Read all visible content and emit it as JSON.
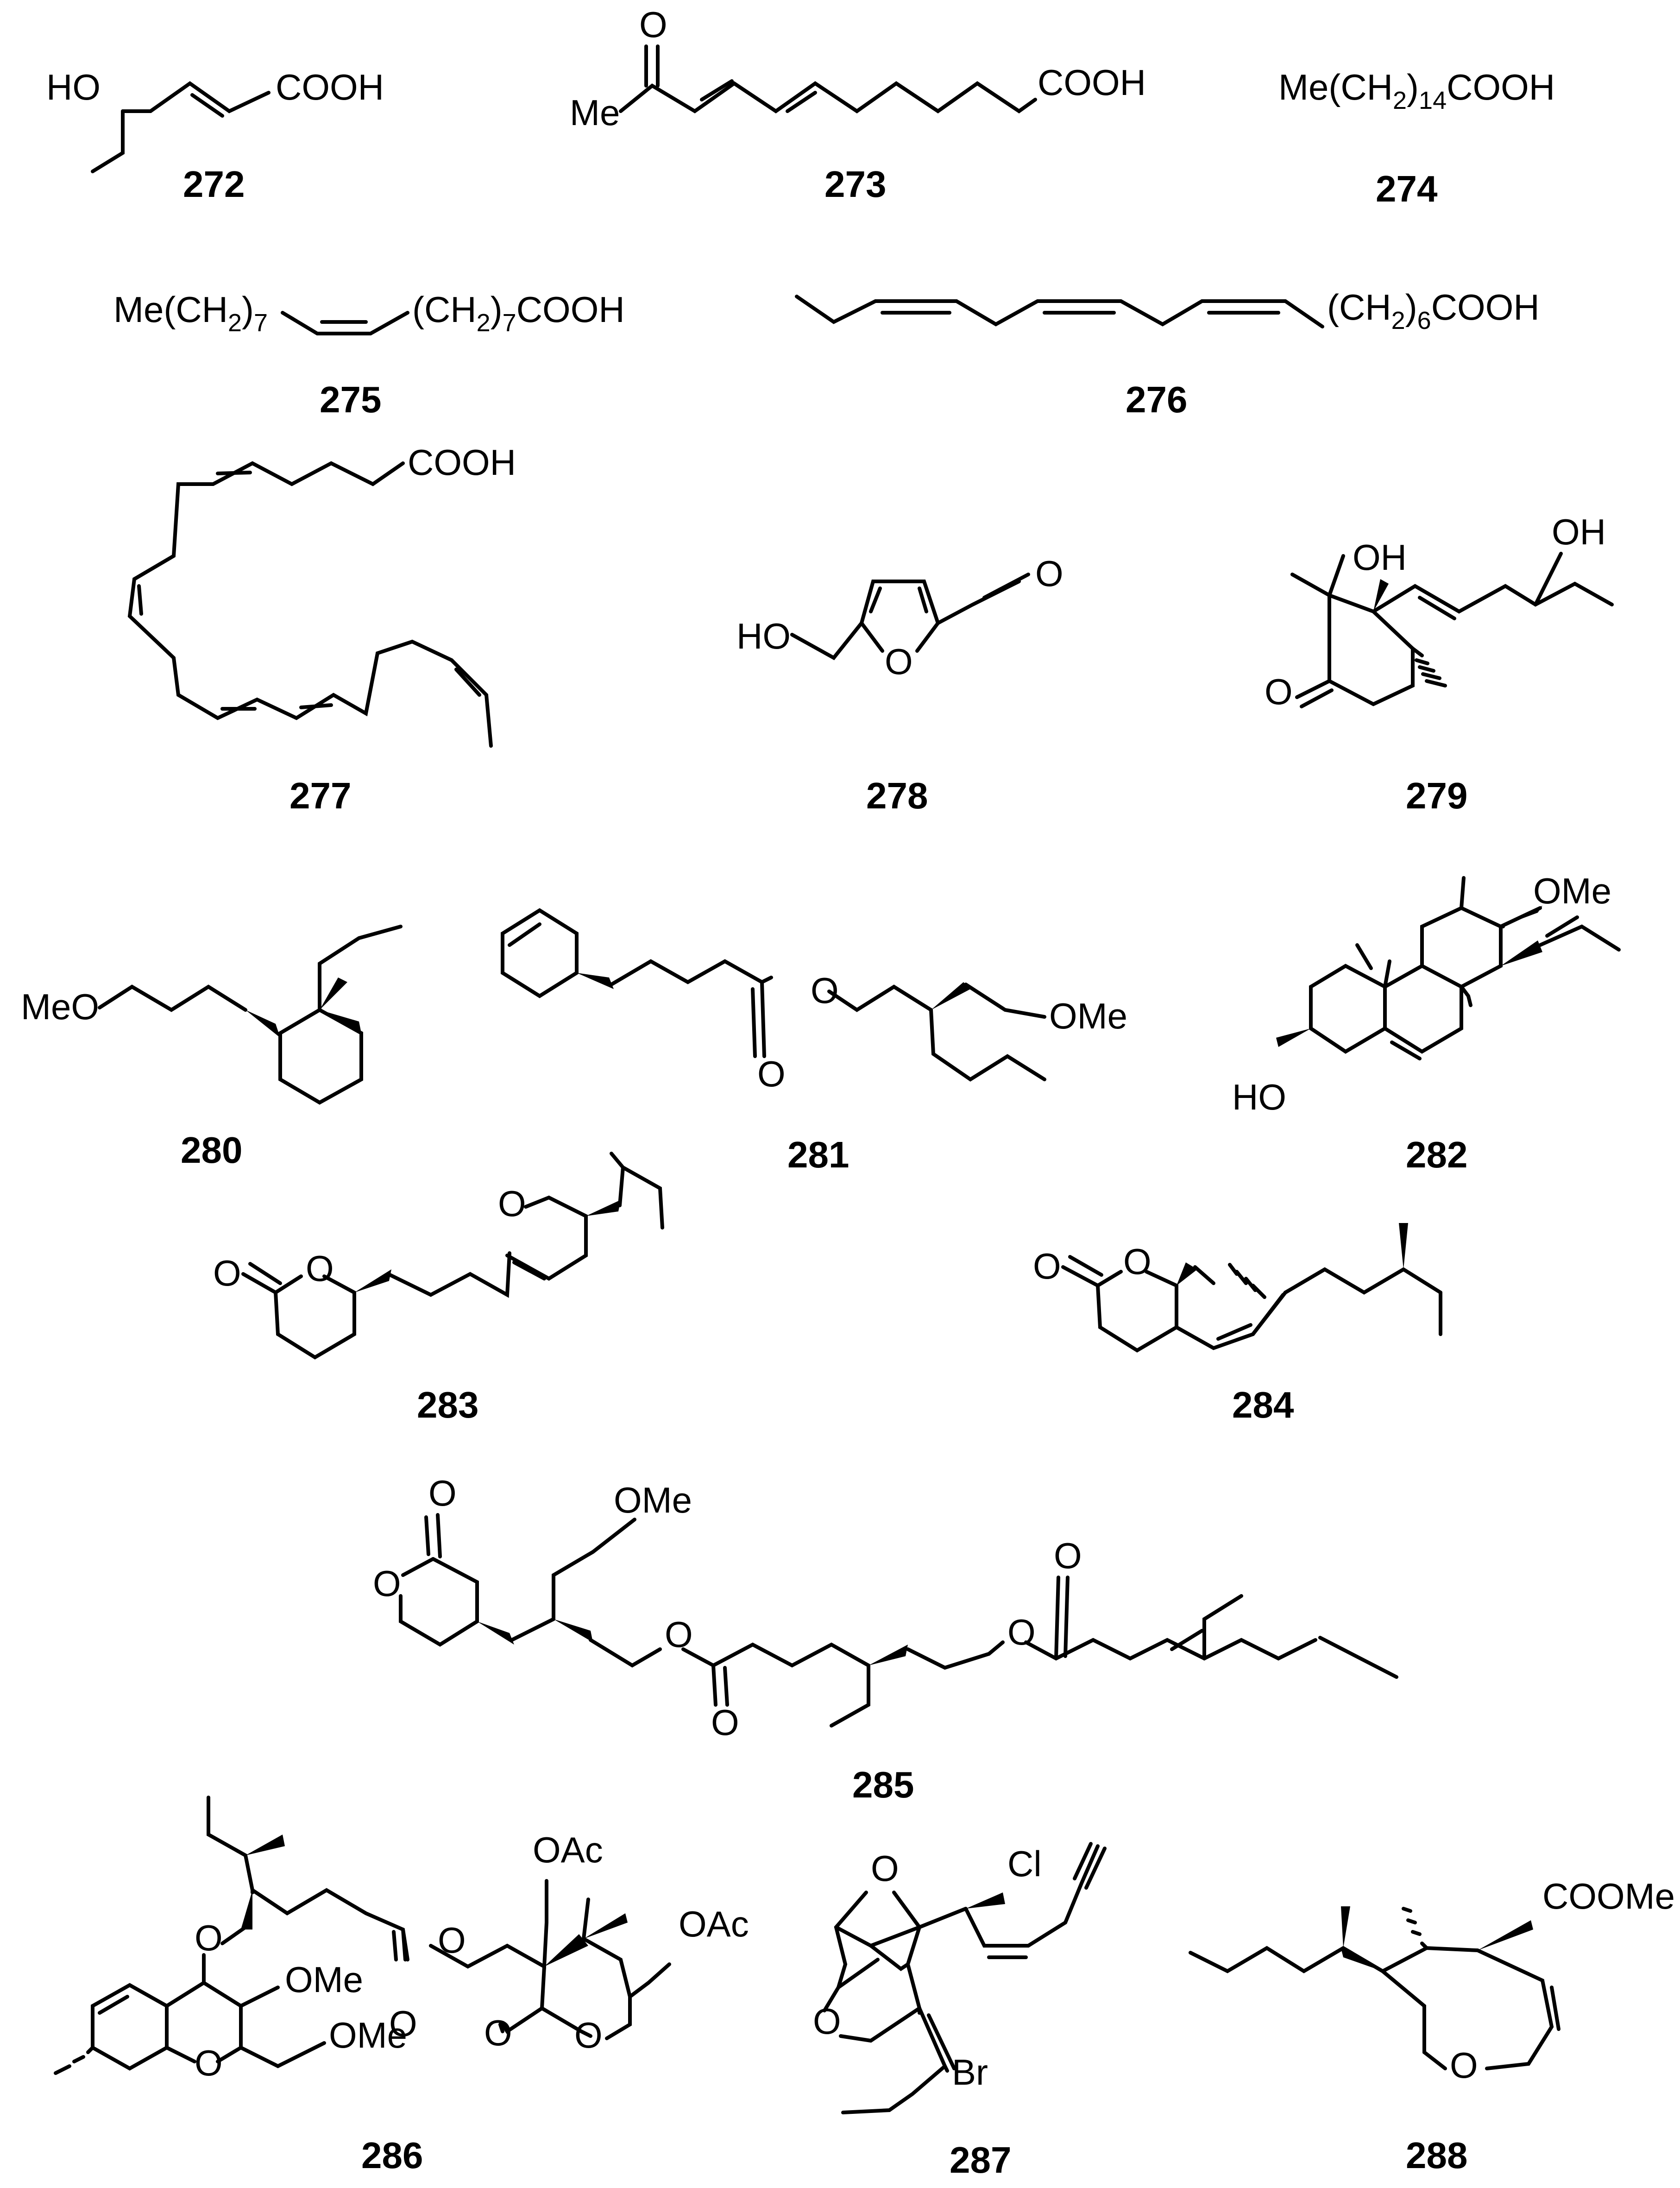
{
  "compounds": [
    {
      "id": "272",
      "labels": {
        "ho": "HO",
        "cooh": "COOH"
      }
    },
    {
      "id": "273",
      "labels": {
        "o": "O",
        "me": "Me",
        "cooh": "COOH"
      }
    },
    {
      "id": "274",
      "labels": {
        "pre": "Me(CH",
        "sub1": "2",
        "mid": ")",
        "sub2": "14",
        "post": "COOH"
      }
    },
    {
      "id": "275",
      "labels": {
        "left": "Me(CH",
        "lsub": "2",
        "lclose": ")",
        "lsub2": "7",
        "right": "(CH",
        "rsub": "2",
        "rclose": ")",
        "rsub2": "7",
        "rpost": "COOH"
      }
    },
    {
      "id": "276",
      "labels": {
        "right": "(CH",
        "rsub": "2",
        "rclose": ")",
        "rsub2": "6",
        "rpost": "COOH"
      }
    },
    {
      "id": "277",
      "labels": {
        "cooh": "COOH"
      }
    },
    {
      "id": "278",
      "labels": {
        "ho": "HO",
        "o_ring": "O",
        "o_ald": "O"
      }
    },
    {
      "id": "279",
      "labels": {
        "oh1": "OH",
        "oh2": "OH",
        "o": "O"
      }
    },
    {
      "id": "280",
      "labels": {
        "meo": "MeO"
      }
    },
    {
      "id": "281",
      "labels": {
        "o_ester": "O",
        "o_carb": "O",
        "ome": "OMe"
      }
    },
    {
      "id": "282",
      "labels": {
        "ome": "OMe",
        "ho": "HO"
      }
    },
    {
      "id": "283",
      "labels": {
        "o_ring": "O",
        "o_lac": "O",
        "o_carb": "O"
      }
    },
    {
      "id": "284",
      "labels": {
        "o_lac": "O",
        "o_carb": "O"
      }
    },
    {
      "id": "285",
      "labels": {
        "ome": "OMe",
        "o_carb": "O",
        "o_ring": "O",
        "o_e1": "O",
        "o_e1c": "O",
        "o_e2": "O",
        "o_e2c": "O"
      }
    },
    {
      "id": "286",
      "labels": {
        "o_ether": "O",
        "ome1": "OMe",
        "ome2": "OMe",
        "o_ring": "O",
        "o_ester": "O",
        "o_carb": "O",
        "oac1": "OAc",
        "oac2": "OAc",
        "o_lac_carb": "O",
        "o_lac": "O"
      }
    },
    {
      "id": "287",
      "labels": {
        "o_top": "O",
        "cl": "Cl",
        "o_ring": "O",
        "br": "Br"
      }
    },
    {
      "id": "288",
      "labels": {
        "coome": "COOMe",
        "o_ring": "O"
      }
    }
  ]
}
